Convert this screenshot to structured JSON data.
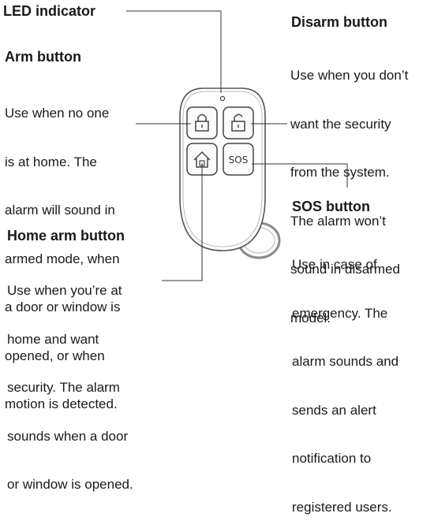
{
  "led": {
    "heading": "LED indicator"
  },
  "arm": {
    "heading": "Arm button",
    "lines": [
      "Use when no one",
      "is at home. The",
      "alarm will sound in",
      "armed mode, when",
      "a door or window is",
      "opened, or when",
      "motion is detected."
    ]
  },
  "home_arm": {
    "heading": "Home arm button",
    "lines": [
      "Use when you’re at",
      "home and want",
      "security. The alarm",
      "sounds when a door",
      "or window is opened."
    ]
  },
  "disarm": {
    "heading": "Disarm button",
    "lines": [
      "Use when you don’t",
      "want the security",
      "from the system.",
      "The alarm won’t",
      "sound in disarmed",
      "model."
    ]
  },
  "sos": {
    "heading": "SOS button",
    "lines": [
      "Use in case of",
      "emergency. The",
      "alarm sounds and",
      "sends an alert",
      "notification to",
      "registered users."
    ],
    "button_label": "SOS"
  }
}
